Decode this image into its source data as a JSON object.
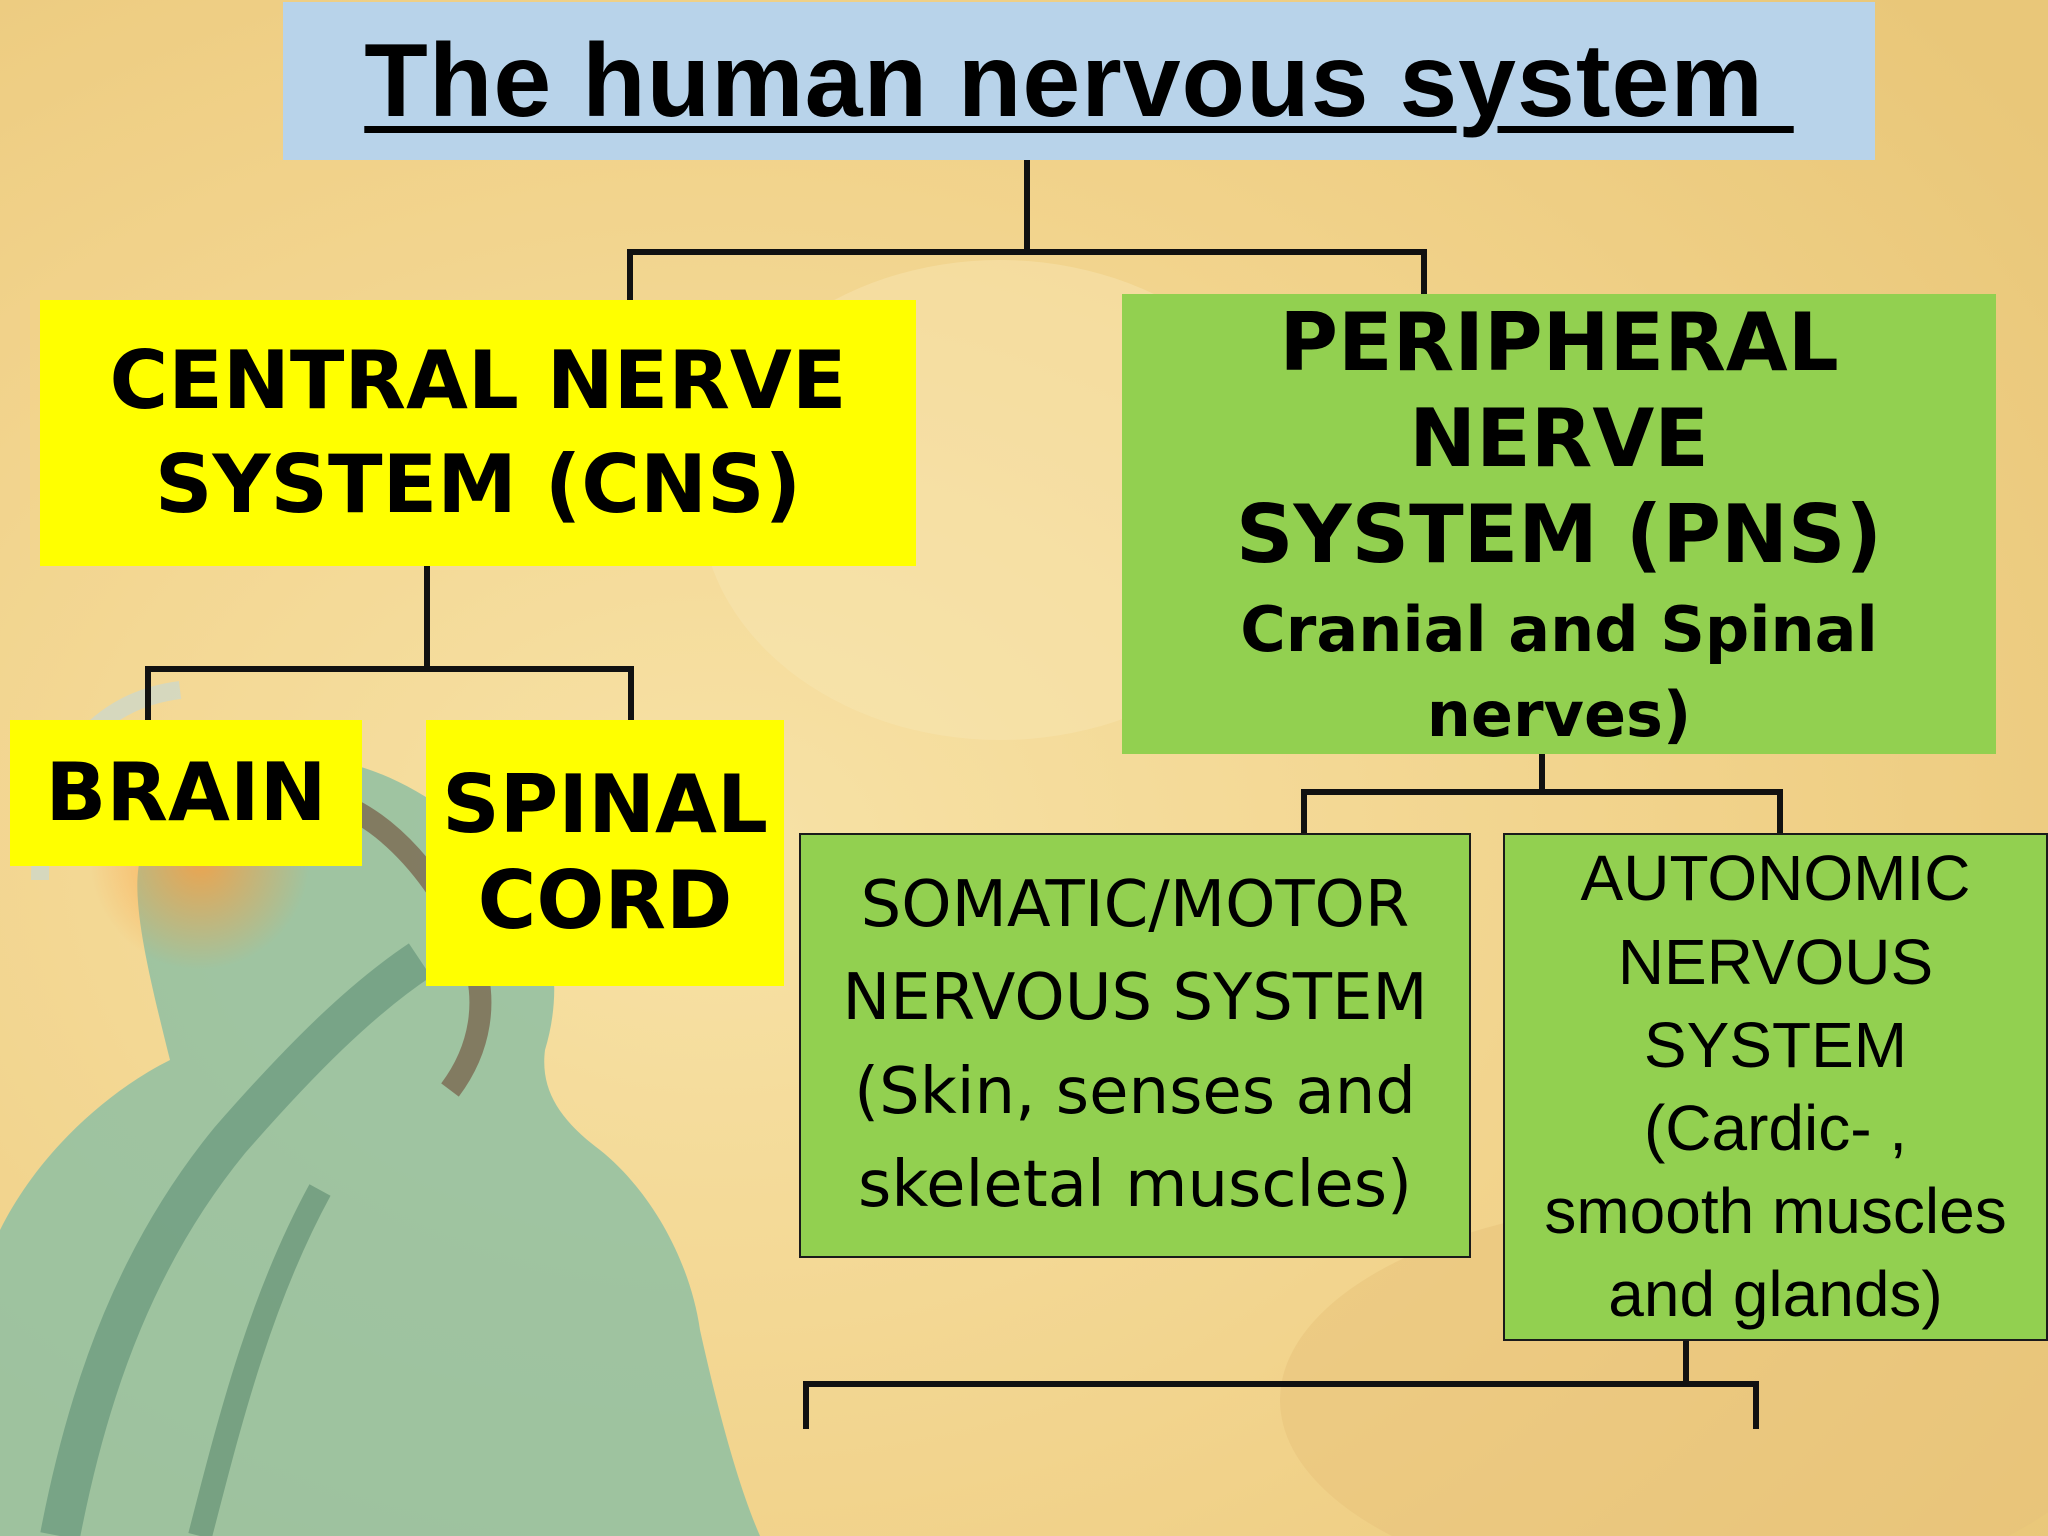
{
  "title": "The human nervous system ",
  "colors": {
    "title_fill": "#b8d3ea",
    "cns_fill": "#ffff00",
    "pns_fill": "#92d050",
    "background": "#f2d796",
    "connector": "#111111"
  },
  "nodes": {
    "cns": {
      "line1": "CENTRAL NERVE",
      "line2": "SYSTEM (CNS)"
    },
    "pns": {
      "line1": "PERIPHERAL NERVE",
      "line2": "SYSTEM (PNS)",
      "line3": "Cranial and Spinal",
      "line4": "nerves)"
    },
    "brain": {
      "line1": "BRAIN"
    },
    "spinal_cord": {
      "line1": "SPINAL",
      "line2": "CORD"
    },
    "somatic": {
      "line1": "SOMATIC/MOTOR",
      "line2": "NERVOUS SYSTEM",
      "line3": "(Skin, senses and",
      "line4": "skeletal muscles)"
    },
    "autonomic": {
      "line1": "AUTONOMIC",
      "line2": "NERVOUS",
      "line3": "SYSTEM",
      "line4": "(Cardic- ,",
      "line5": "smooth muscles",
      "line6": "and glands)"
    }
  },
  "background_image": "human-nervous-system-figure"
}
